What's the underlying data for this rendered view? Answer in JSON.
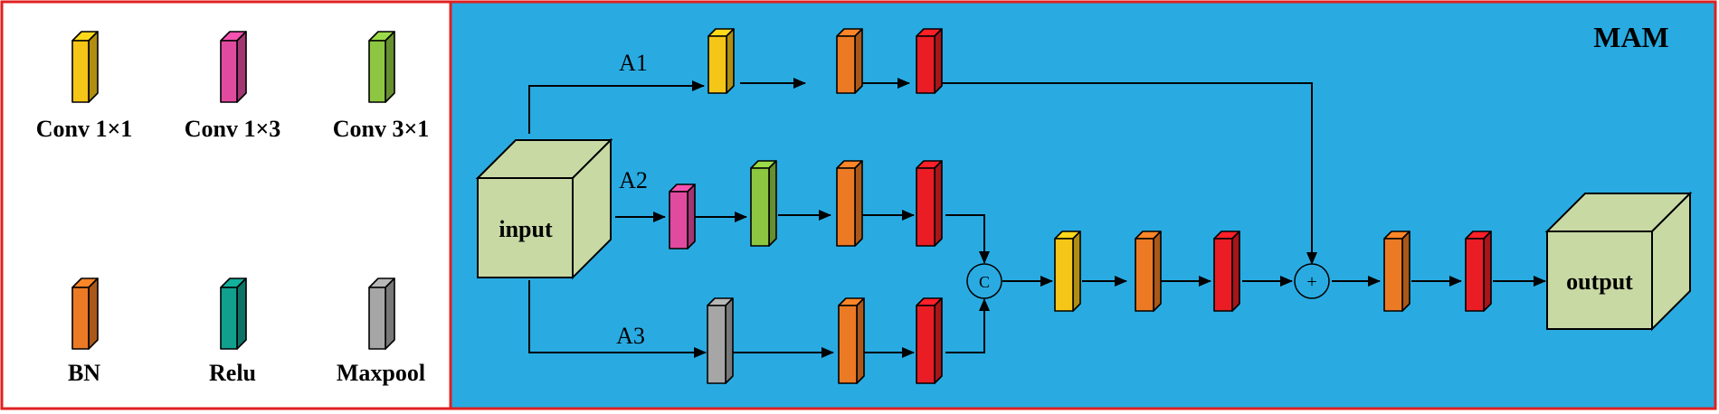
{
  "legend": {
    "items": [
      {
        "label": "Conv 1×1",
        "type": "conv1x1"
      },
      {
        "label": "Conv 1×3",
        "type": "conv1x3"
      },
      {
        "label": "Conv 3×1",
        "type": "conv3x1"
      },
      {
        "label": "BN",
        "type": "bn"
      },
      {
        "label": "Relu",
        "type": "relu"
      },
      {
        "label": "Maxpool",
        "type": "maxpool"
      }
    ]
  },
  "colors": {
    "conv1x1": "#f5c518",
    "conv1x3": "#e04ba0",
    "conv3x1": "#8dc641",
    "bn": "#ec7a24",
    "relu": "#11a08e",
    "maxpool": "#a6a6a6",
    "act": "#ea1d24",
    "panel_bg": "#29abe2",
    "border": "#e02020",
    "cube": "#c8d9a4"
  },
  "module": {
    "title": "MAM",
    "input_label": "input",
    "output_label": "output",
    "branch_labels": [
      "A1",
      "A2",
      "A3"
    ],
    "concat_symbol": "C",
    "add_symbol": "+"
  }
}
